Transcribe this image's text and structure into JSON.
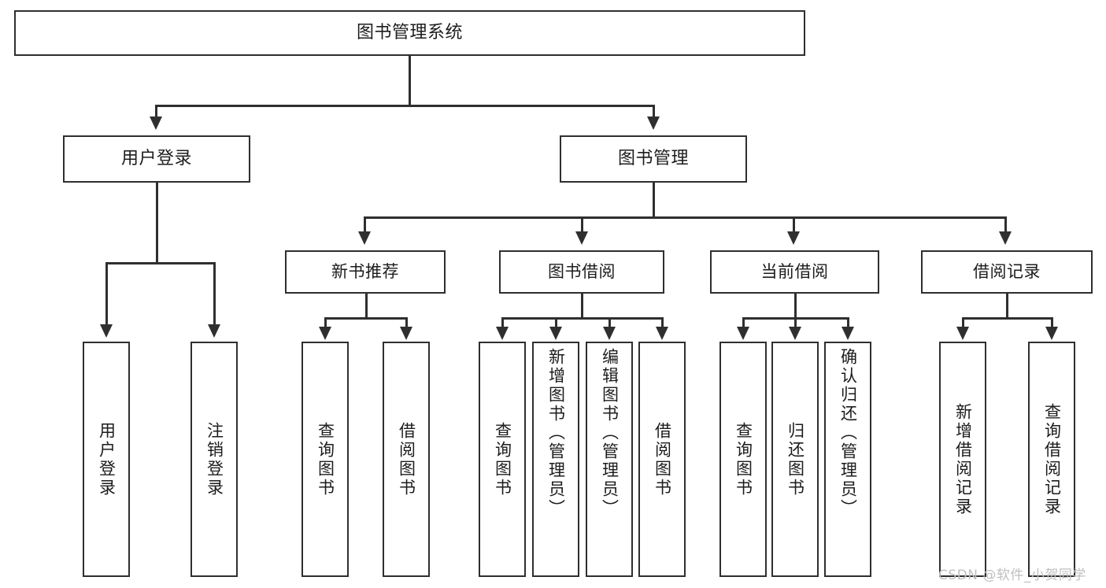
{
  "diagram": {
    "title": "图书管理系统",
    "watermark": "CSDN @软件_小贺同学",
    "colors": {
      "stroke": "#2f2f2f",
      "fill": "#ffffff",
      "text": "#1c1c1c",
      "watermark": "#bfbfbf"
    }
  },
  "nodes": {
    "root": {
      "label": "图书管理系统"
    },
    "level1": [
      {
        "id": "user-login",
        "label": "用户登录"
      },
      {
        "id": "book-manage",
        "label": "图书管理"
      }
    ],
    "level2": [
      {
        "id": "new-book-recommend",
        "label": "新书推荐"
      },
      {
        "id": "book-borrow",
        "label": "图书借阅"
      },
      {
        "id": "current-borrow",
        "label": "当前借阅"
      },
      {
        "id": "borrow-record",
        "label": "借阅记录"
      }
    ],
    "leaves": {
      "user_login": [
        {
          "id": "leaf-user-login",
          "label": "用户登录"
        },
        {
          "id": "leaf-logout-login",
          "label": "注销登录"
        }
      ],
      "new_book_recommend": [
        {
          "id": "leaf-query-book-1",
          "label": "查询图书"
        },
        {
          "id": "leaf-borrow-book-1",
          "label": "借阅图书"
        }
      ],
      "book_borrow": [
        {
          "id": "leaf-query-book-2",
          "label": "查询图书"
        },
        {
          "id": "leaf-add-book",
          "label": "新增图书（管理员）"
        },
        {
          "id": "leaf-edit-book",
          "label": "编辑图书（管理员）"
        },
        {
          "id": "leaf-borrow-book-2",
          "label": "借阅图书"
        }
      ],
      "current_borrow": [
        {
          "id": "leaf-query-book-3",
          "label": "查询图书"
        },
        {
          "id": "leaf-return-book",
          "label": "归还图书"
        },
        {
          "id": "leaf-confirm-return",
          "label": "确认归还（管理员）"
        }
      ],
      "borrow_record": [
        {
          "id": "leaf-add-record",
          "label": "新增借阅记录"
        },
        {
          "id": "leaf-query-record",
          "label": "查询借阅记录"
        }
      ]
    }
  }
}
